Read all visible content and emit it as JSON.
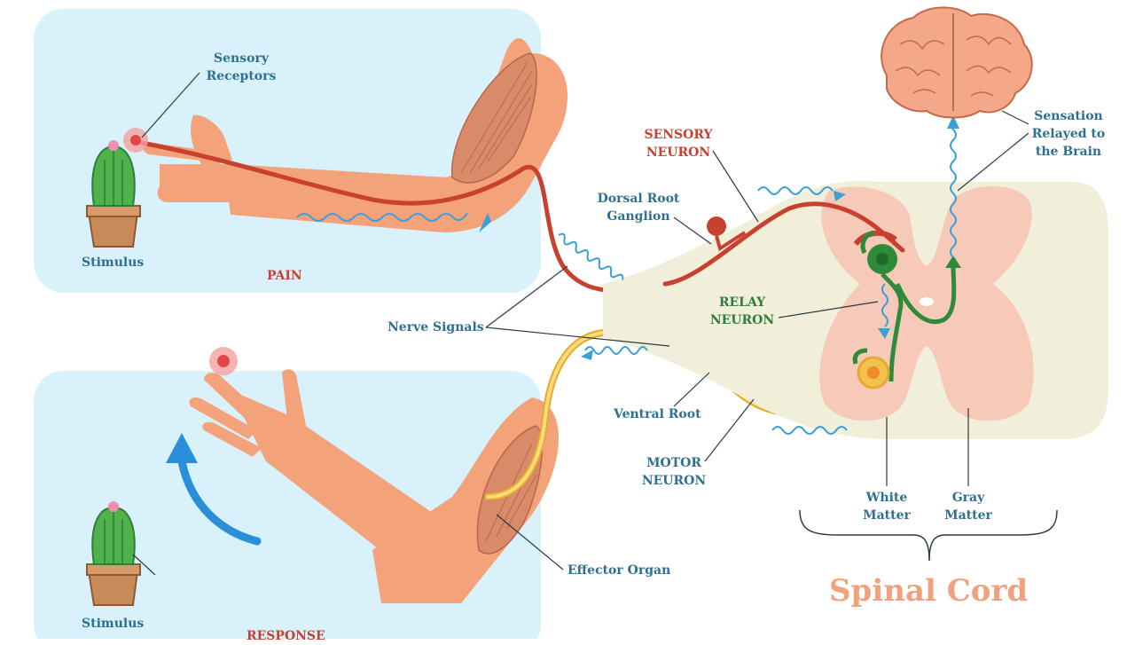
{
  "labels": {
    "sensory_receptors": "Sensory\nReceptors",
    "stimulus_top": "Stimulus",
    "pain": "PAIN",
    "sensory_neuron": "SENSORY\nNEURON",
    "dorsal_root_ganglion": "Dorsal Root\nGanglion",
    "sensation_relayed": "Sensation\nRelayed to\nthe Brain",
    "nerve_signals": "Nerve Signals",
    "relay_neuron": "RELAY\nNEURON",
    "ventral_root": "Ventral Root",
    "motor_neuron": "MOTOR\nNEURON",
    "white_matter": "White\nMatter",
    "gray_matter": "Gray\nMatter",
    "effector_organ": "Effector Organ",
    "stimulus_bottom": "Stimulus",
    "response": "RESPONSE",
    "spinal_cord": "Spinal Cord"
  },
  "colors": {
    "panel_bg": "#d8f1fa",
    "skin": "#f4a27a",
    "sensory_neuron": "#c8412f",
    "relay_neuron": "#2e8b3a",
    "motor_neuron": "#f2c14e",
    "signal": "#3aa0d8",
    "gray_matter": "#f7c9b8",
    "white_matter": "#f1efd9",
    "brain": "#f3a88a"
  }
}
